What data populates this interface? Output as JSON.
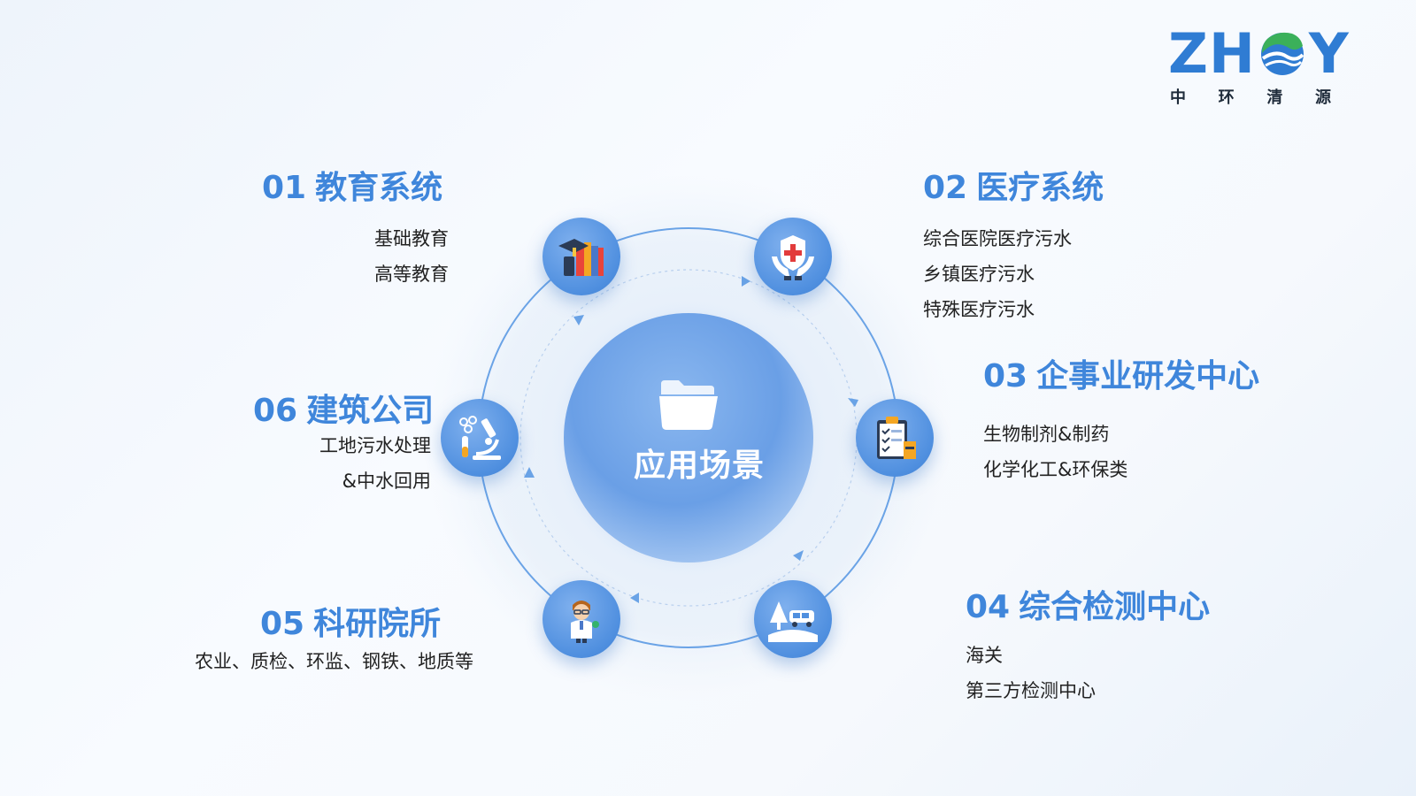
{
  "logo": {
    "letters": [
      "Z",
      "H",
      "Y"
    ],
    "chinese": [
      "中",
      "环",
      "清",
      "源"
    ],
    "brand_color": "#2f7cd3",
    "icon": "globe-wave-icon"
  },
  "center": {
    "label": "应用场景",
    "icon": "folder-icon"
  },
  "categories": [
    {
      "num": "01",
      "title": "教育系统",
      "items": [
        "基础教育",
        "高等教育"
      ],
      "icon": "books-graduation-cap-icon"
    },
    {
      "num": "02",
      "title": "医疗系统",
      "items": [
        "综合医院医疗污水",
        "乡镇医疗污水",
        "特殊医疗污水"
      ],
      "icon": "medical-shield-hands-icon"
    },
    {
      "num": "03",
      "title": "企事业研发中心",
      "items": [
        "生物制剂&制药",
        "化学化工&环保类"
      ],
      "icon": "clipboard-checklist-icon"
    },
    {
      "num": "04",
      "title": "综合检测中心",
      "items": [
        "海关",
        "第三方检测中心"
      ],
      "icon": "outdoor-vehicle-tree-icon"
    },
    {
      "num": "05",
      "title": "科研院所",
      "items": [
        "农业、质检、环监、钢铁、地质等"
      ],
      "icon": "scientist-icon"
    },
    {
      "num": "06",
      "title": "建筑公司",
      "items": [
        "工地污水处理",
        "&中水回用"
      ],
      "icon": "microscope-lab-icon"
    }
  ],
  "colors": {
    "accent": "#3f86db",
    "node": "#4f8fdf",
    "ring": "#6aa3e6"
  }
}
